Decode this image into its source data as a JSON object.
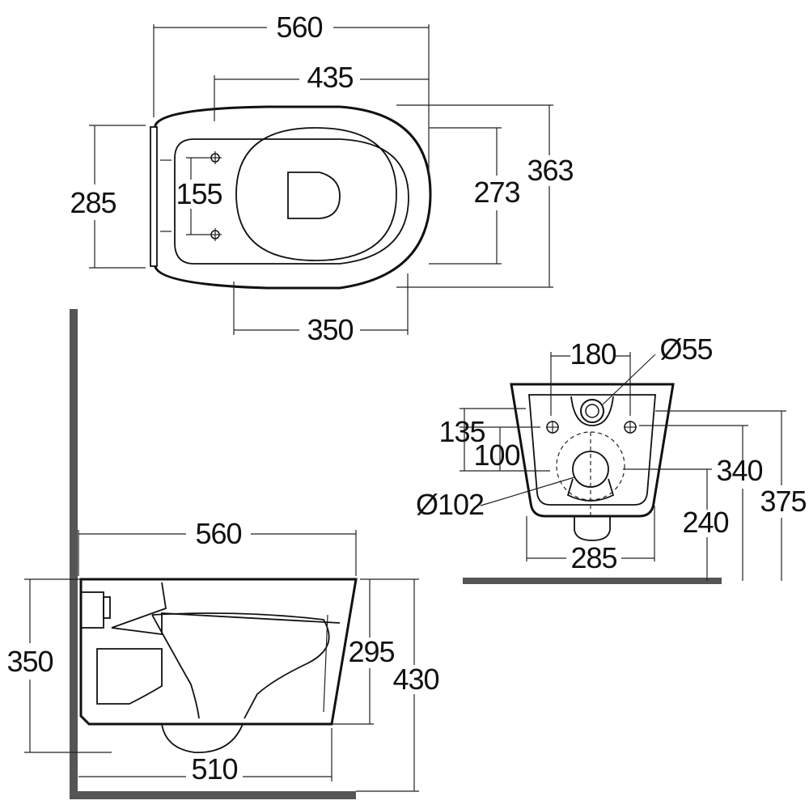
{
  "top_view": {
    "overall_length": "560",
    "seat_length": "435",
    "rear_width": "285",
    "fixing_spacing": "155",
    "front_width": "273",
    "overall_width": "363",
    "inner_length": "350"
  },
  "front_view": {
    "fixing_centres": "180",
    "inlet_diameter": "Ø55",
    "fixing_height_upper": "135",
    "fixing_height_lower": "100",
    "outlet_diameter": "Ø102",
    "base_width": "285",
    "fixing_to_floor": "340",
    "outlet_to_floor": "240",
    "top_to_floor": "375"
  },
  "side_view": {
    "overall_length": "560",
    "rim_height": "350",
    "bowl_depth": "295",
    "overall_height": "430",
    "outlet_projection": "510"
  }
}
